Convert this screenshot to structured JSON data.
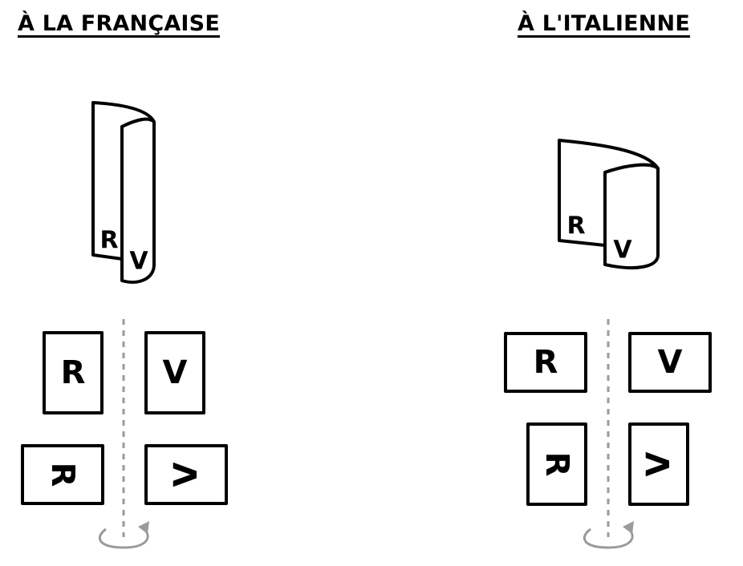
{
  "headings": {
    "left": "À LA FRANÇAISE",
    "right": "À L'ITALIENNE"
  },
  "labels": {
    "recto": "R",
    "verso": "V"
  },
  "colors": {
    "ink": "#000000",
    "axis": "#9a9a9a",
    "background": "#ffffff"
  },
  "icons": {
    "rotation": "circular-arrow-icon",
    "fold": "folded-sheet-icon"
  }
}
